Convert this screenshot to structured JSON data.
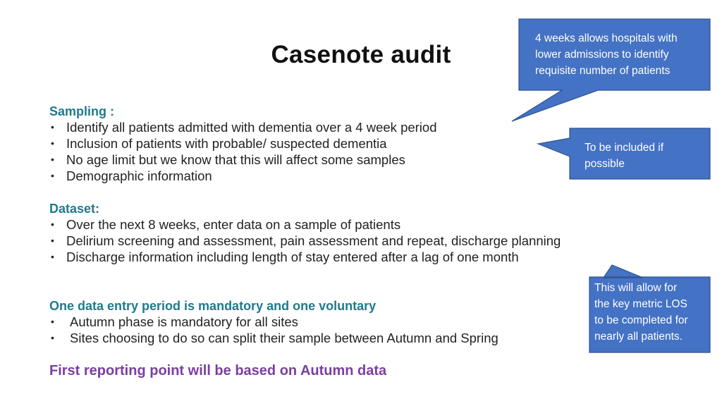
{
  "title": "Casenote audit",
  "sampling": {
    "heading": "Sampling :",
    "items": [
      "Identify all  patients admitted with dementia over a 4 week period",
      "Inclusion of patients with probable/ suspected dementia",
      "No age limit but we know that this will affect some samples",
      "Demographic information"
    ]
  },
  "dataset": {
    "heading": "Dataset:",
    "items": [
      "Over the next 8 weeks, enter data on a sample of patients",
      "Delirium screening and assessment, pain assessment and repeat, discharge planning",
      "Discharge information including length of stay entered after a lag of one month"
    ]
  },
  "data_entry": {
    "heading": "One data entry period is mandatory and one voluntary",
    "items": [
      "Autumn phase is mandatory for all sites",
      "Sites choosing to do so can split their sample between Autumn and Spring"
    ]
  },
  "reporting": "First reporting point will be based on Autumn data",
  "bullet_char": "•",
  "callouts": {
    "weeks": [
      "4 weeks allows hospitals with",
      "lower admissions to identify",
      "requisite number of patients"
    ],
    "included": [
      "To be included if",
      "possible"
    ],
    "los": [
      "This will allow for",
      "the key metric LOS",
      "to be completed for",
      "nearly all patients."
    ]
  },
  "colors": {
    "heading_teal": "#1f7a8c",
    "heading_purple": "#7b3fa0",
    "callout_fill": "#4472c4",
    "callout_border": "#2f528f"
  }
}
